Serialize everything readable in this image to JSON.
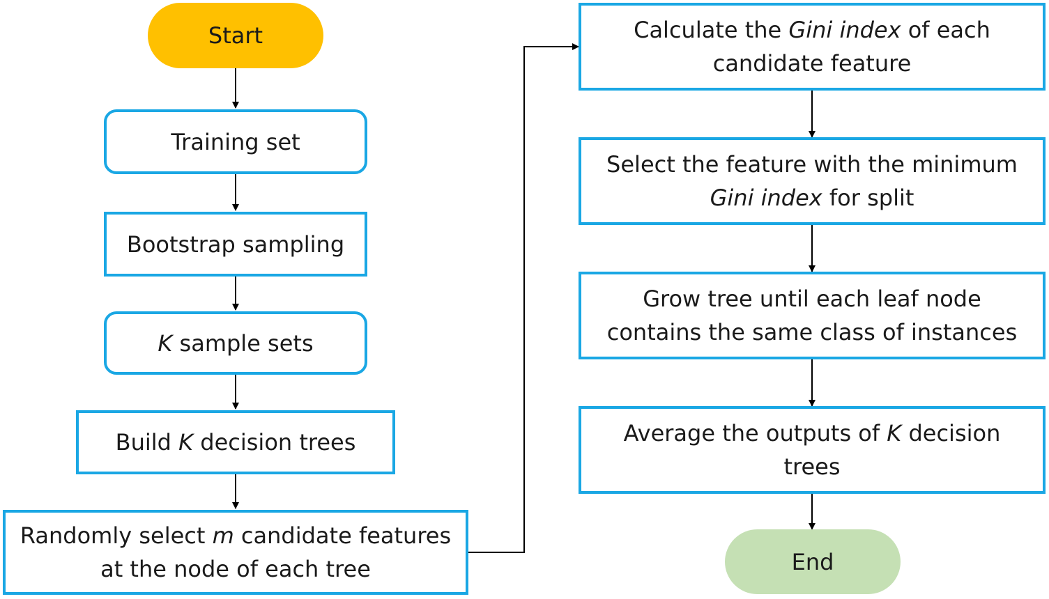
{
  "nodes": {
    "start": {
      "label": "Start"
    },
    "training_set": {
      "label": "Training set"
    },
    "bootstrap": {
      "label": "Bootstrap sampling"
    },
    "k_sample_sets": {
      "var": "K",
      "label": " sample sets"
    },
    "build_trees": {
      "pre": "Build ",
      "var": "K",
      "post": " decision trees"
    },
    "random_select": {
      "line1_pre": "Randomly select ",
      "line1_var": "m",
      "line1_post": " candidate features",
      "line2": "at the node of each tree"
    },
    "calc_gini": {
      "line1_pre": "Calculate the ",
      "line1_var": "Gini index",
      "line1_post": " of each",
      "line2": "candidate feature"
    },
    "select_feature": {
      "line1": "Select the feature with the minimum",
      "line2_var": "Gini index",
      "line2_post": " for split"
    },
    "grow_tree": {
      "line1": "Grow tree until each leaf node",
      "line2": "contains the same class of instances"
    },
    "average": {
      "line1_pre": "Average the outputs of ",
      "line1_var": "K",
      "line1_post": " decision",
      "line2": "trees"
    },
    "end": {
      "label": "End"
    }
  },
  "colors": {
    "box_border": "#1aa7e4",
    "start_fill": "#ffc000",
    "end_fill": "#c5e0b4",
    "arrow": "#000000"
  }
}
